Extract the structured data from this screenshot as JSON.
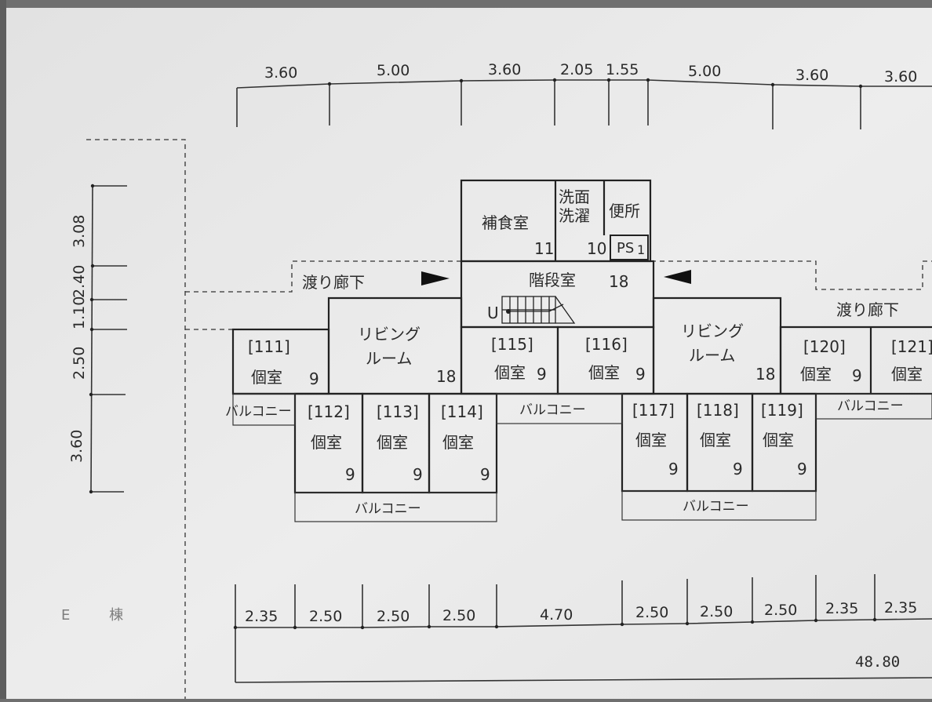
{
  "building_label": "E 棟",
  "top_dimensions": [
    "3.60",
    "5.00",
    "3.60",
    "2.05",
    "1.55",
    "5.00",
    "3.60",
    "3.60"
  ],
  "left_dimensions": [
    "3.08",
    "2.40",
    "1.10",
    "2.50",
    "3.60"
  ],
  "bottom_dimensions": [
    "2.35",
    "2.50",
    "2.50",
    "2.50",
    "4.70",
    "2.50",
    "2.50",
    "2.50",
    "2.35",
    "2.35"
  ],
  "total_dimension": "48.80",
  "rooms": {
    "hoshoku": {
      "name": "補食室",
      "area": "11"
    },
    "senmen": {
      "name_line1": "洗面",
      "name_line2": "洗濯",
      "area": "10"
    },
    "toilet": {
      "name": "便所"
    },
    "ps": {
      "name": "PS",
      "area": "1"
    },
    "stair": {
      "name": "階段室",
      "area": "18",
      "up_mark": "U"
    },
    "corridor_left": {
      "name": "渡り廊下"
    },
    "corridor_right": {
      "name": "渡り廊下"
    },
    "living_left": {
      "line1": "リビング",
      "line2": "ルーム",
      "area": "18"
    },
    "living_right": {
      "line1": "リビング",
      "line2": "ルーム",
      "area": "18"
    },
    "r111": {
      "no": "[111]",
      "name": "個室",
      "area": "9"
    },
    "r112": {
      "no": "[112]",
      "name": "個室",
      "area": "9"
    },
    "r113": {
      "no": "[113]",
      "name": "個室",
      "area": "9"
    },
    "r114": {
      "no": "[114]",
      "name": "個室",
      "area": "9"
    },
    "r115": {
      "no": "[115]",
      "name": "個室",
      "area": "9"
    },
    "r116": {
      "no": "[116]",
      "name": "個室",
      "area": "9"
    },
    "r117": {
      "no": "[117]",
      "name": "個室",
      "area": "9"
    },
    "r118": {
      "no": "[118]",
      "name": "個室",
      "area": "9"
    },
    "r119": {
      "no": "[119]",
      "name": "個室",
      "area": "9"
    },
    "r120": {
      "no": "[120]",
      "name": "個室",
      "area": "9"
    },
    "r121": {
      "no": "[121]",
      "name": "個室"
    }
  },
  "balconies": [
    "バルコニー",
    "バルコニー",
    "バルコニー",
    "バルコニー",
    "バルコニー"
  ]
}
